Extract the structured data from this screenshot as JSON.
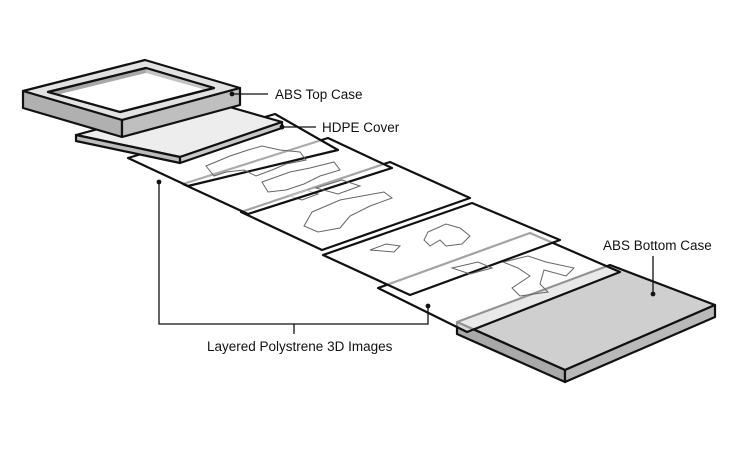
{
  "diagram": {
    "labels": {
      "top_case": "ABS Top Case",
      "cover": "HDPE Cover",
      "bottom_case": "ABS Bottom Case",
      "layers": "Layered Polystrene 3D Images"
    }
  }
}
